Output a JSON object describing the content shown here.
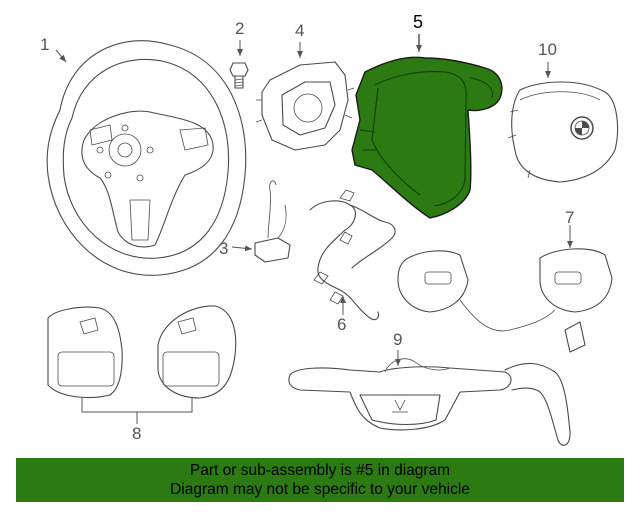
{
  "callouts": {
    "c1": "1",
    "c2": "2",
    "c3": "3",
    "c4": "4",
    "c5": "5",
    "c6": "6",
    "c7": "7",
    "c8": "8",
    "c9": "9",
    "c10": "10"
  },
  "parts": {
    "steering_wheel": "steering-wheel-icon",
    "bolt": "bolt-icon",
    "clock_spring": "clock-spring-icon",
    "trim_cover": "trim-cover-icon",
    "airbag": "airbag-module-icon",
    "connector": "connector-icon",
    "wiring_harness": "wiring-harness-icon",
    "switches": "steering-switches-icon",
    "paddle_shifters": "paddle-shifter-icon",
    "column_switch": "column-switch-icon",
    "brand_logo": "roundel-logo-icon"
  },
  "highlight": {
    "part": "5",
    "color": "#2c7a12"
  },
  "banner": {
    "line1": "Part or sub-assembly is #5 in diagram",
    "line2": "Diagram may not be specific to your vehicle"
  }
}
